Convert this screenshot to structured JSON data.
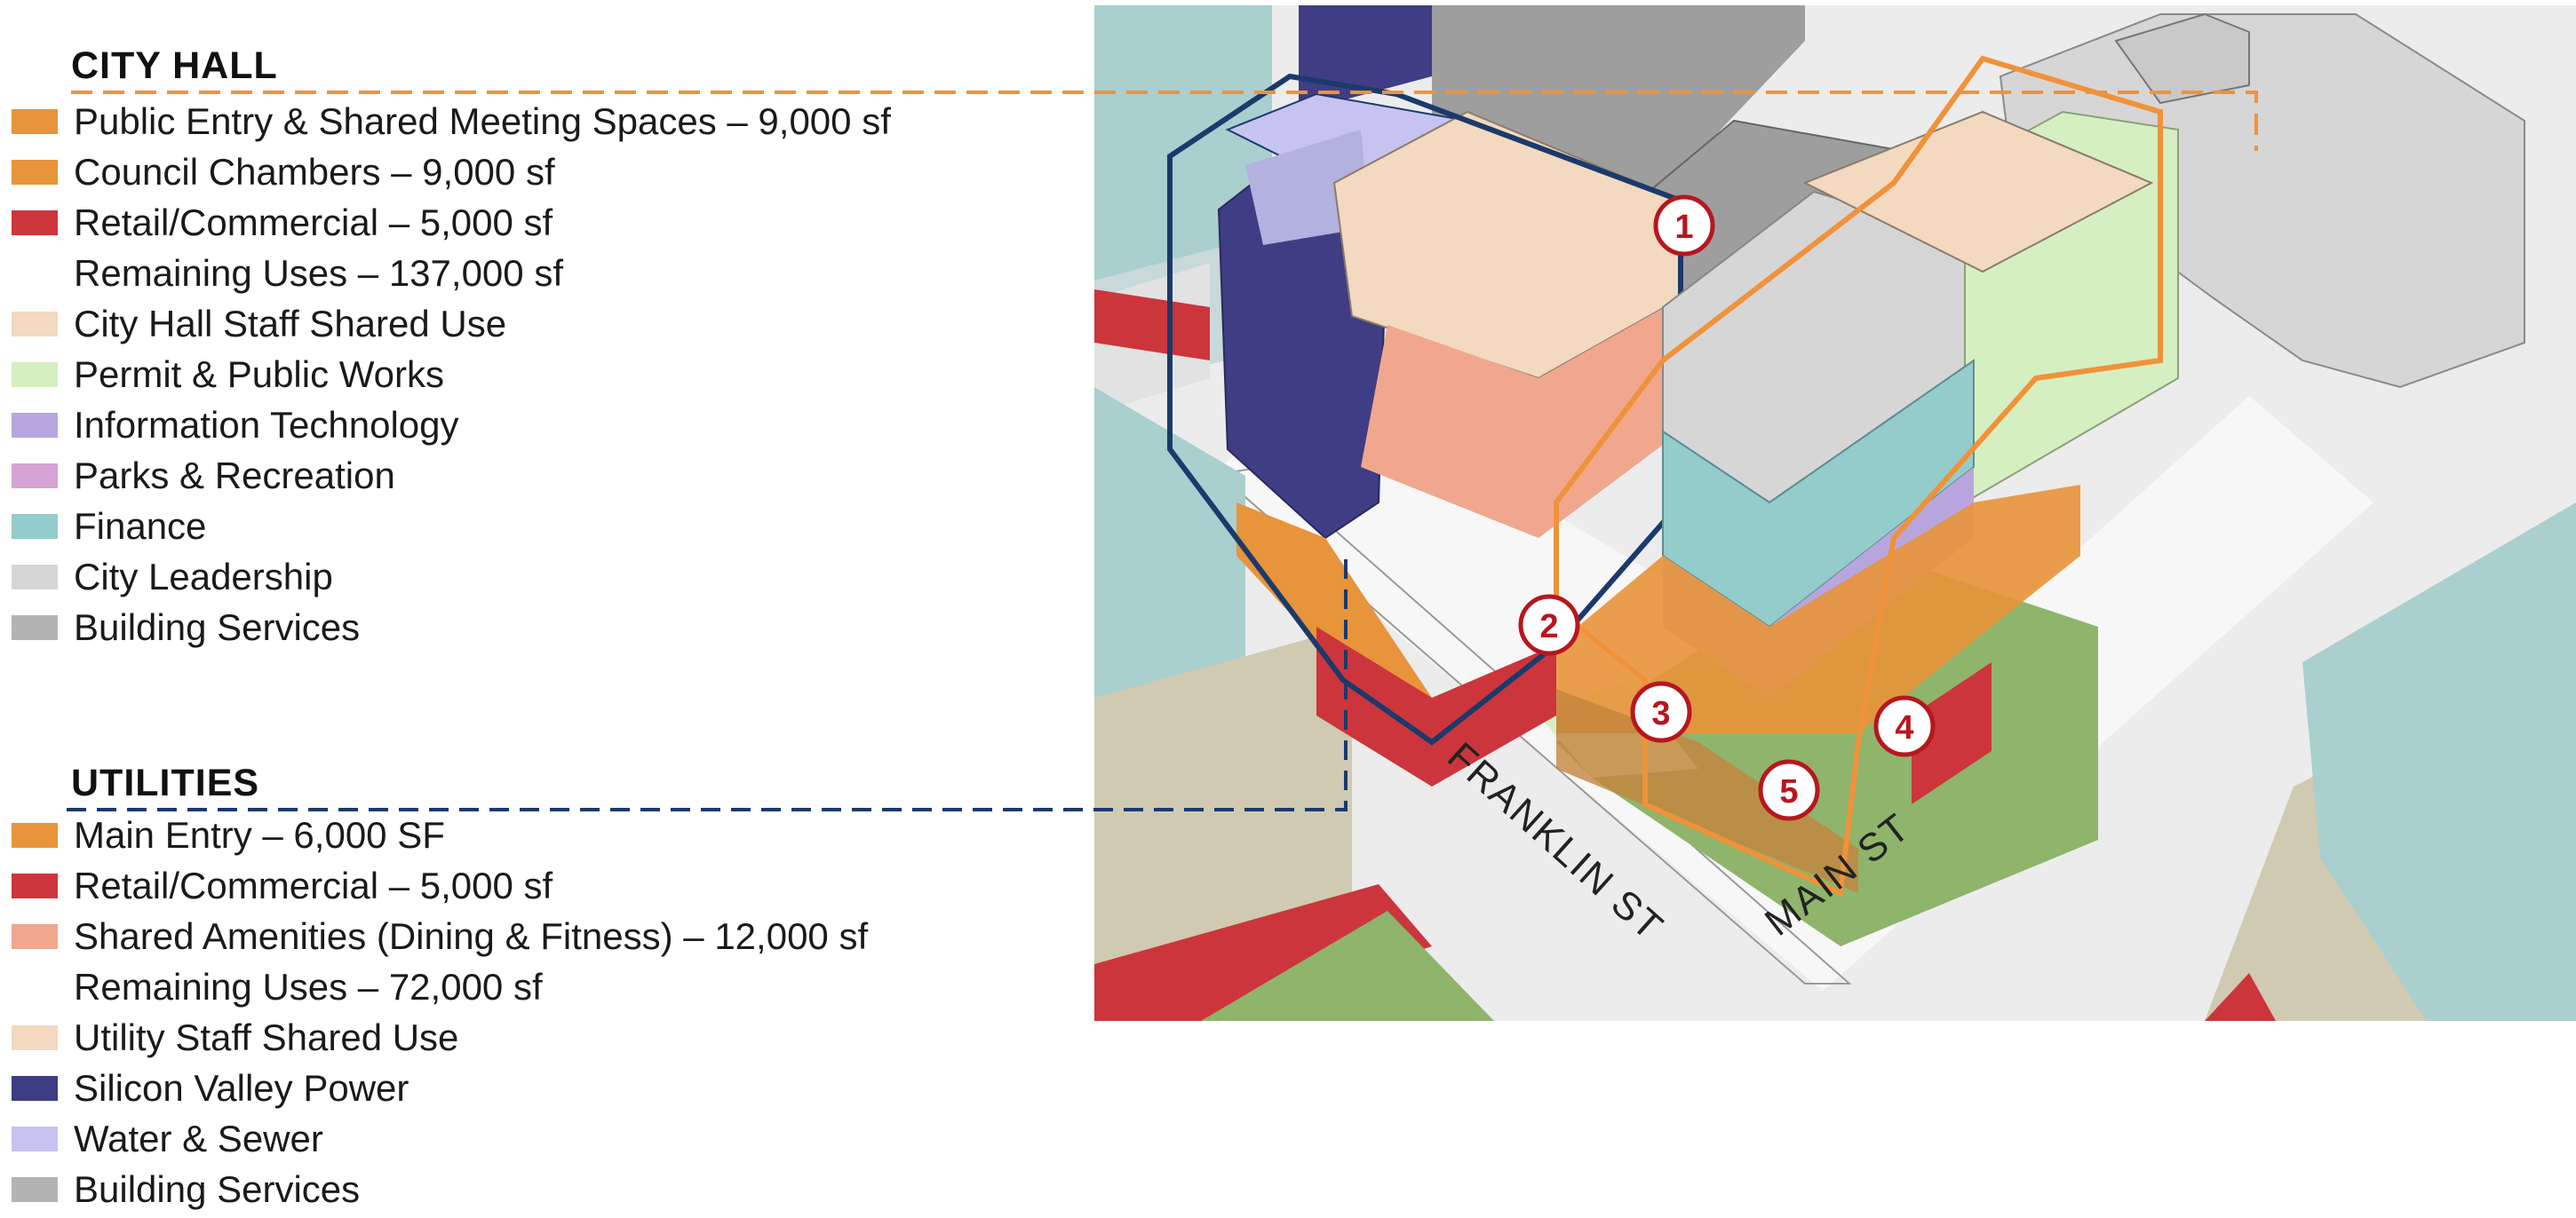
{
  "city_hall": {
    "title": "CITY HALL",
    "items": [
      {
        "label": "Public Entry & Shared Meeting Spaces – 9,000 sf",
        "color": "#e8943a"
      },
      {
        "label": "Council Chambers – 9,000 sf",
        "color": "#e8943a"
      },
      {
        "label": "Retail/Commercial – 5,000 sf",
        "color": "#cc353b"
      },
      {
        "label": "Remaining Uses – 137,000 sf",
        "color": ""
      },
      {
        "label": "City Hall Staff Shared Use",
        "color": "#f2d9c0"
      },
      {
        "label": "Permit & Public Works",
        "color": "#d6efc1"
      },
      {
        "label": "Information Technology",
        "color": "#b9a6de"
      },
      {
        "label": "Parks & Recreation",
        "color": "#d6a4d4"
      },
      {
        "label": "Finance",
        "color": "#94cccb"
      },
      {
        "label": "City Leadership",
        "color": "#d6d6d6"
      },
      {
        "label": "Building Services",
        "color": "#b3b3b3"
      }
    ]
  },
  "utilities": {
    "title": "UTILITIES",
    "items": [
      {
        "label": "Main Entry – 6,000 SF",
        "color": "#e8943a"
      },
      {
        "label": "Retail/Commercial – 5,000 sf",
        "color": "#cc353b"
      },
      {
        "label": "Shared Amenities (Dining & Fitness) – 12,000 sf",
        "color": "#f0a78e"
      },
      {
        "label": "Remaining Uses – 72,000 sf",
        "color": ""
      },
      {
        "label": "Utility Staff Shared Use",
        "color": "#f2d9c0"
      },
      {
        "label": "Silicon Valley Power",
        "color": "#3f3d84"
      },
      {
        "label": "Water & Sewer",
        "color": "#c6c3f0"
      },
      {
        "label": "Building Services",
        "color": "#b3b3b3"
      }
    ]
  },
  "map": {
    "streets": [
      "FRANKLIN ST",
      "MAIN ST"
    ],
    "markers": [
      "1",
      "2",
      "3",
      "4",
      "5"
    ],
    "colors": {
      "city_hall_outline": "#f0923a",
      "utilities_outline": "#1b3a6b",
      "marker_red": "#b8161d"
    }
  }
}
